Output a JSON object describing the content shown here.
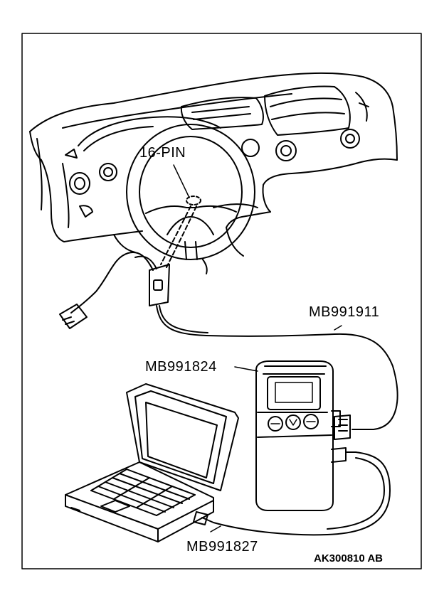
{
  "labels": {
    "connector": "16-PIN",
    "main_harness": "MB991911",
    "interface": "MB991824",
    "usb_cable": "MB991827",
    "figure_id": "AK300810 AB"
  }
}
